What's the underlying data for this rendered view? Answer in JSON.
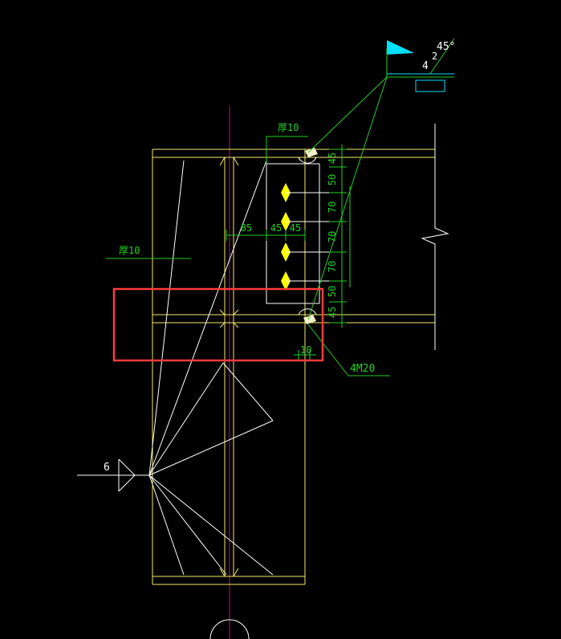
{
  "colors": {
    "background": "#000000",
    "steel": "#f5ea6a",
    "dimension": "#22d022",
    "centerline": "#b0186e",
    "section_hatch": "#ffffff",
    "bolt": "#ffff00",
    "flag": "#00e0ff",
    "highlight": "#ff3b3b",
    "weld_fill": "#f3f0c8"
  },
  "labels": {
    "plate_thickness_top": "厚10",
    "plate_thickness_left": "厚10",
    "bolt_spec": "4M20",
    "section_mark": "6",
    "weld_size": "4",
    "weld_angle": "45°",
    "weld_leg": "2",
    "gap_dim": "10"
  },
  "dimensions": {
    "vertical": [
      "45",
      "50",
      "70",
      "70",
      "70",
      "50",
      "45"
    ],
    "horizontal": [
      "85",
      "45",
      "45"
    ]
  },
  "bolts": {
    "count": 4
  }
}
